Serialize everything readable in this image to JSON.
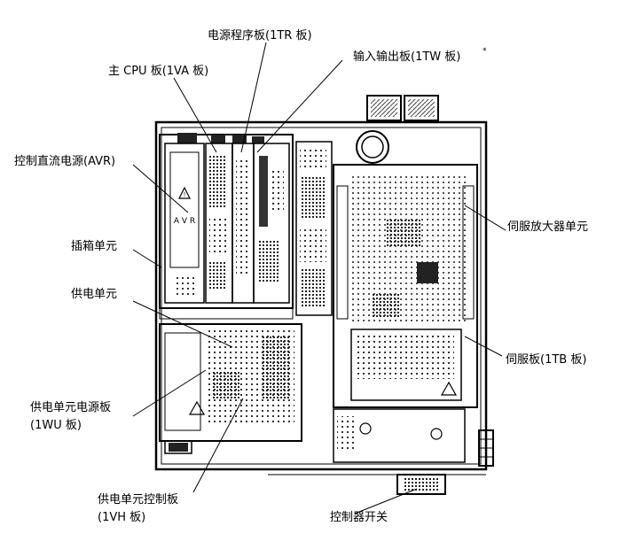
{
  "labels": {
    "power_seq_board": "电源程序板(1TR 板)",
    "main_cpu": "主 CPU 板(1VA 板)",
    "io_board": "输入输出板(1TW 板)",
    "io_asterisk": "*",
    "dc_power": "控制直流电源(AVR)",
    "rack": "插箱单元",
    "power_unit": "供电单元",
    "power_unit_board_l1": "供电单元电源板",
    "power_unit_board_l2": "(1WU 板)",
    "power_ctrl_board_l1": "供电单元控制板",
    "power_ctrl_board_l2": "(1VH 板)",
    "servo_amp": "伺服放大器单元",
    "servo_board": "伺服板(1TB 板)",
    "controller_switch": "控制器开关",
    "avr_mark": "A V R"
  }
}
